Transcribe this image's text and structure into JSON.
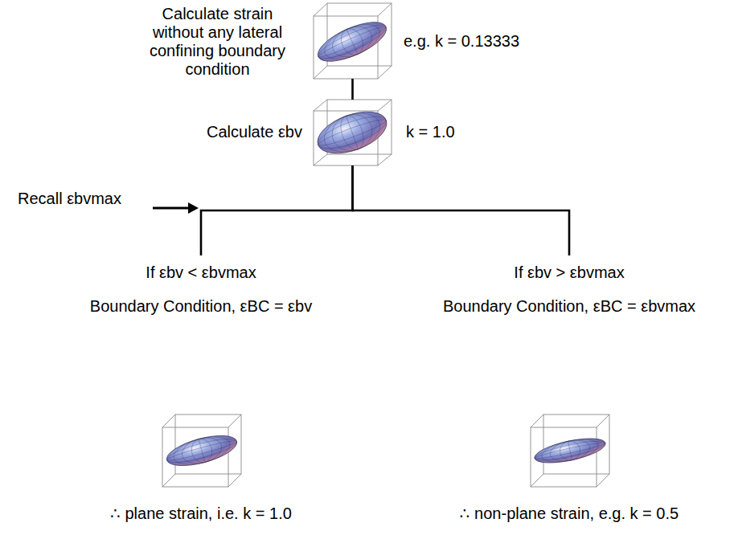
{
  "diagram": {
    "nodes": [
      {
        "text": [
          "Calculate strain without any lateral confining boundary condition",
          "e.g. k = 0.13333"
        ]
      },
      {
        "text": [
          "Calculate εbv",
          "k = 1.0"
        ]
      },
      {
        "text": [
          "If εbv < εbvmax",
          "Boundary Condition, εBC = εbv",
          "∴ plane strain, i.e. k = 1.0"
        ]
      },
      {
        "text": [
          "If εbv > εbvmax",
          "Boundary Condition, εBC = εbvmax",
          "∴ non-plane strain, e.g. k = 0.5"
        ]
      }
    ],
    "edges": [
      {
        "from": 0,
        "to": 1,
        "arrow": "none"
      },
      {
        "from": 1,
        "to": 2,
        "arrow": "none"
      },
      {
        "from": 1,
        "to": 3,
        "arrow": "none"
      }
    ],
    "labels": [
      "Recall εbvmax"
    ]
  }
}
